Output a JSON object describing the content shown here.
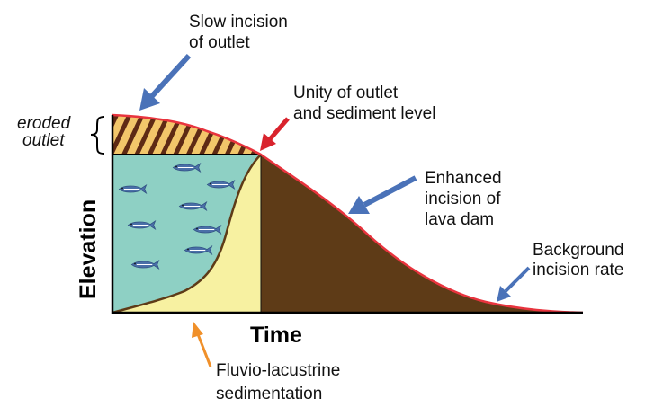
{
  "colors": {
    "lake": "#8ED0C4",
    "sediment": "#F7F1A1",
    "dam": "#5E3B17",
    "eroded_fill": "#F2C66A",
    "hatch": "#5E2A14",
    "surface_line": "#E8343E",
    "arrow_blue": "#4A72B8",
    "arrow_red": "#D9232D",
    "arrow_orange": "#F0902A",
    "fish": "#4A6FA8"
  },
  "icons": {
    "fish": "fish-icon",
    "brace": "curly-brace"
  },
  "axes": {
    "x_label": "Time",
    "y_label": "Elevation"
  },
  "eroded_outlet": {
    "line1": "eroded",
    "line2": "outlet"
  },
  "annotations": {
    "slow_incision": {
      "line1": "Slow incision",
      "line2": "of outlet"
    },
    "unity": {
      "line1": "Unity of outlet",
      "line2": "and sediment level"
    },
    "enhanced": {
      "line1": "Enhanced",
      "line2": "incision of",
      "line3": "lava dam"
    },
    "background": {
      "line1": "Background",
      "line2": "incision rate"
    },
    "fluvio": {
      "line1": "Fluvio-lacustrine",
      "line2": "sedimentation"
    }
  }
}
